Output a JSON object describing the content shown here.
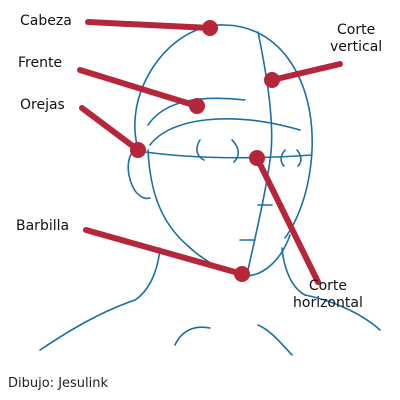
{
  "labels": {
    "cabeza": "Cabeza",
    "frente": "Frente",
    "orejas": "Orejas",
    "barbilla": "Barbilla",
    "corte_vertical_1": "Corte",
    "corte_vertical_2": "vertical",
    "corte_horizontal_1": "Corte",
    "corte_horizontal_2": "horizontal"
  },
  "credit": "Dibujo: Jesulink",
  "colors": {
    "sketch": "#1a6fa8",
    "pointer": "#b5263b",
    "text": "#111111"
  }
}
